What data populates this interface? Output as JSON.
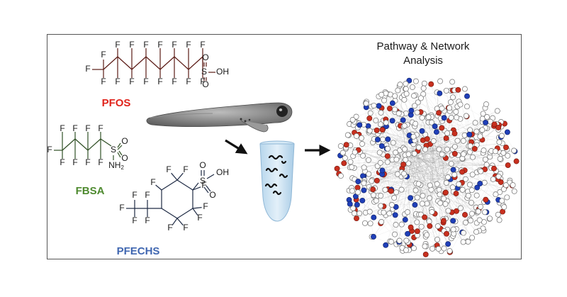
{
  "compounds": [
    {
      "id": "pfos",
      "name": "PFOS",
      "color": "#e0231b",
      "bond_color": "#5a1a14"
    },
    {
      "id": "fbsa",
      "name": "FBSA",
      "color": "#4e8a2f",
      "bond_color": "#2f4f24"
    },
    {
      "id": "pfechs",
      "name": "PFECHS",
      "color": "#3f66b0",
      "bond_color": "#1e2a44"
    }
  ],
  "atoms": {
    "fluorine": "F",
    "sulfur": "S",
    "oxygen": "O",
    "hydroxyl": "OH",
    "amine": "NH",
    "subscript_2": "2"
  },
  "network": {
    "title_line1": "Pathway & Network",
    "title_line2": "Analysis",
    "node_colors": {
      "gray": "#ffffff",
      "red": "#c8301f",
      "blue": "#1f3fb8",
      "green": "#30b040"
    }
  },
  "colors": {
    "arrow": "#111111",
    "tube_fill": "#cfe4f3",
    "tube_stroke": "#8fb7d6",
    "rna": "#111111"
  },
  "icons": {
    "fish": "zebrafish-larva-icon",
    "tube": "sample-tube-icon"
  }
}
